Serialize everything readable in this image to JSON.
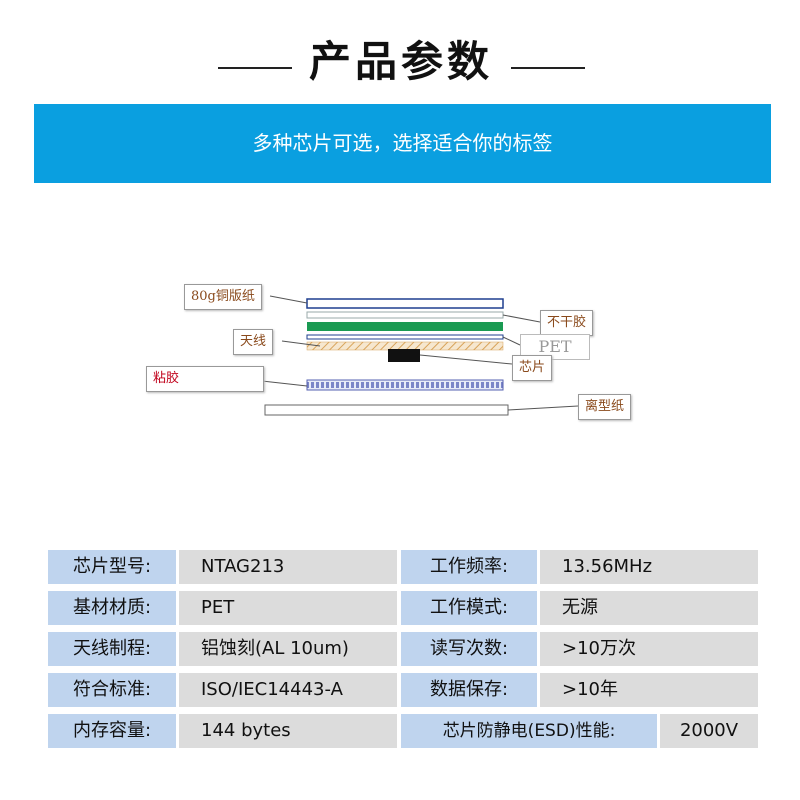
{
  "heading": {
    "title": "产品参数"
  },
  "banner": {
    "text": "多种芯片可选，选择适合你的标签"
  },
  "diagram": {
    "labels": {
      "paper": "80g铜版纸",
      "dry_adhesive": "不干胶",
      "antenna": "天线",
      "pet": "PET",
      "chip": "芯片",
      "glue": "粘胶",
      "release_paper": "离型纸"
    }
  },
  "specs": {
    "rows": [
      {
        "k1": "芯片型号:",
        "v1": "NTAG213",
        "k2": "工作频率:",
        "v2": "13.56MHz"
      },
      {
        "k1": "基材材质:",
        "v1": "PET",
        "k2": "工作模式:",
        "v2": "无源"
      },
      {
        "k1": "天线制程:",
        "v1": "铝蚀刻(AL 10um)",
        "k2": "读写次数:",
        "v2": ">10万次"
      },
      {
        "k1": "符合标准:",
        "v1": "ISO/IEC14443-A",
        "k2": "数据保存:",
        "v2": ">10年"
      },
      {
        "k1": "内存容量:",
        "v1": "144 bytes",
        "k2": "芯片防静电(ESD)性能:",
        "v2": "2000V"
      }
    ]
  },
  "colors": {
    "banner": "#0a9fe0",
    "key_cell": "#bfd4ee",
    "value_cell": "#dcdcdc",
    "green_layer": "#1a9a52",
    "blue_layer": "#1f3f8f"
  }
}
